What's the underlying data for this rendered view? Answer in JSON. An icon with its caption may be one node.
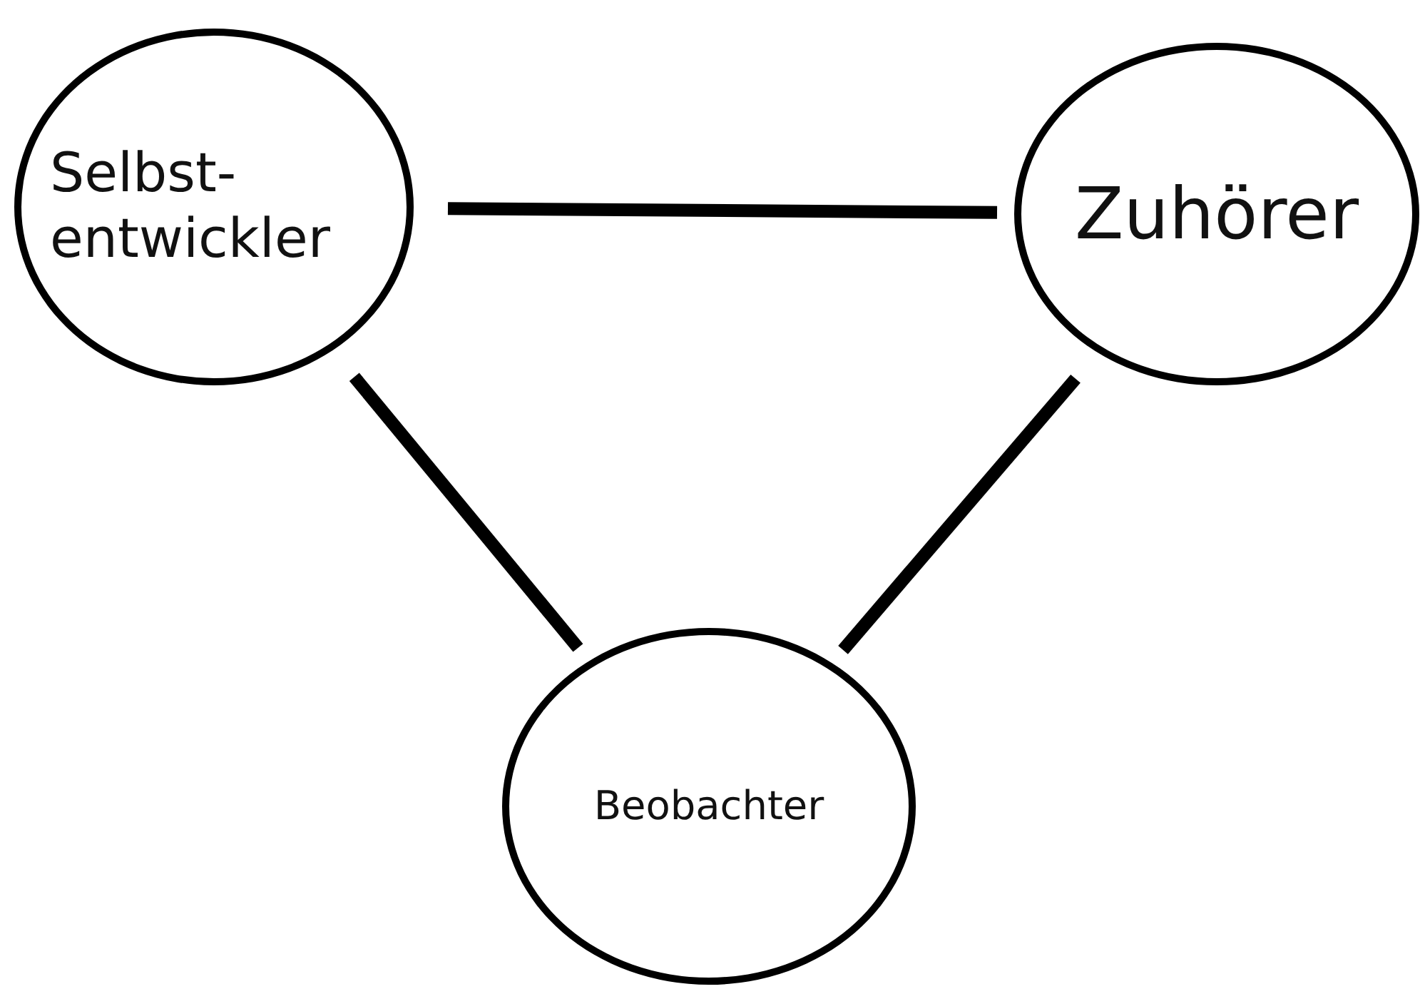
{
  "diagram": {
    "nodes": [
      {
        "text": [
          "Selbst-entwickler"
        ]
      },
      {
        "text": [
          "Zuhörer"
        ]
      },
      {
        "text": [
          "Beobachter"
        ]
      }
    ],
    "edges": [
      {
        "from": 0,
        "to": 1,
        "arrow": "none"
      },
      {
        "from": 0,
        "to": 2,
        "arrow": "none"
      },
      {
        "from": 1,
        "to": 2,
        "arrow": "none"
      }
    ]
  }
}
